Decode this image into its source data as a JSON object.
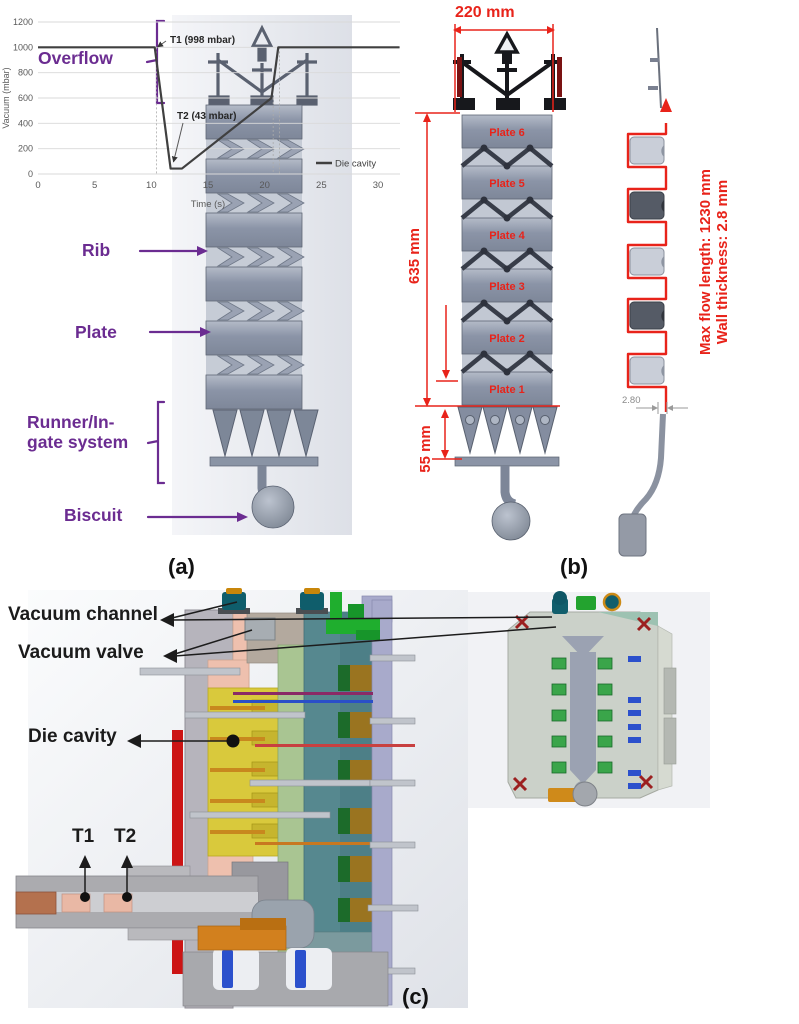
{
  "colors": {
    "label_purple": "#6b2c91",
    "dim_red": "#e8231a",
    "label_black": "#1b1b1b",
    "chart_line": "#404040",
    "chart_text": "#595959"
  },
  "panel_a": {
    "caption": "(a)",
    "labels": {
      "overflow": "Overflow",
      "rib": "Rib",
      "plate": "Plate",
      "runner_line1": "Runner/In-",
      "runner_line2": "gate system",
      "biscuit": "Biscuit"
    }
  },
  "panel_b": {
    "caption": "(b)",
    "width_dim": "220 mm",
    "height_dim": "635 mm",
    "gate_dim": "55 mm",
    "plates": [
      "Plate 6",
      "Plate 5",
      "Plate 4",
      "Plate 3",
      "Plate 2",
      "Plate 1"
    ],
    "max_flow_note": "Max flow length: 1230 mm",
    "wall_note": "Wall thickness: 2.8 mm",
    "wall_thickness_dim": "2.80"
  },
  "panel_c": {
    "caption": "(c)",
    "labels": {
      "vacuum_channel": "Vacuum channel",
      "vacuum_valve": "Vacuum valve",
      "die_cavity": "Die cavity",
      "t1": "T1",
      "t2": "T2"
    }
  },
  "chart_data": {
    "type": "line",
    "xlabel": "Time (s)",
    "ylabel": "Vacuum (mbar)",
    "xlim": [
      0,
      30
    ],
    "ylim": [
      0,
      1200
    ],
    "xticks": [
      0,
      5,
      10,
      15,
      20,
      25,
      30
    ],
    "yticks": [
      0,
      200,
      400,
      600,
      800,
      1000,
      1200
    ],
    "grid": "horizontal",
    "legend_position": "bottom-right",
    "series": [
      {
        "name": "Die cavity",
        "color": "#404040",
        "points": [
          [
            0,
            1000
          ],
          [
            10.3,
            1000
          ],
          [
            11.7,
            43
          ],
          [
            12.7,
            43
          ],
          [
            20.6,
            600
          ],
          [
            21.2,
            1000
          ],
          [
            31.9,
            1000
          ]
        ]
      }
    ],
    "annotations": [
      {
        "text": "T1 (998 mbar)",
        "at": [
          10.4,
          1000
        ]
      },
      {
        "text": "T2 (43 mbar)",
        "at": [
          11.8,
          43
        ]
      }
    ],
    "guides_x": [
      10.45,
      20.75,
      21.3
    ]
  }
}
